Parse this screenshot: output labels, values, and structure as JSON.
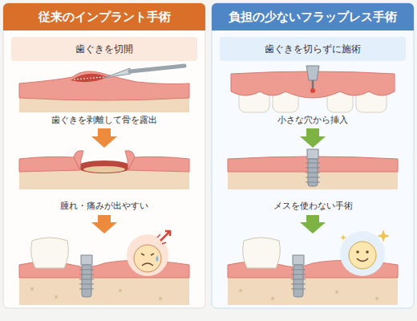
{
  "diagram": {
    "nodes": [
      {
        "text": [
          "従来のインプラント手術"
        ]
      },
      {
        "text": [
          "歯ぐきを切開"
        ],
        "in": 0
      },
      {
        "text": [
          "負担の少ないフラップレス手術"
        ]
      },
      {
        "text": [
          "歯ぐきを切らずに施術"
        ],
        "in": 2
      }
    ],
    "labels": [
      "歯ぐきを剥離して骨を露出",
      "腫れ・痛みが出やすい",
      "小さな穴から挿入",
      "メスを使わない手術"
    ]
  }
}
